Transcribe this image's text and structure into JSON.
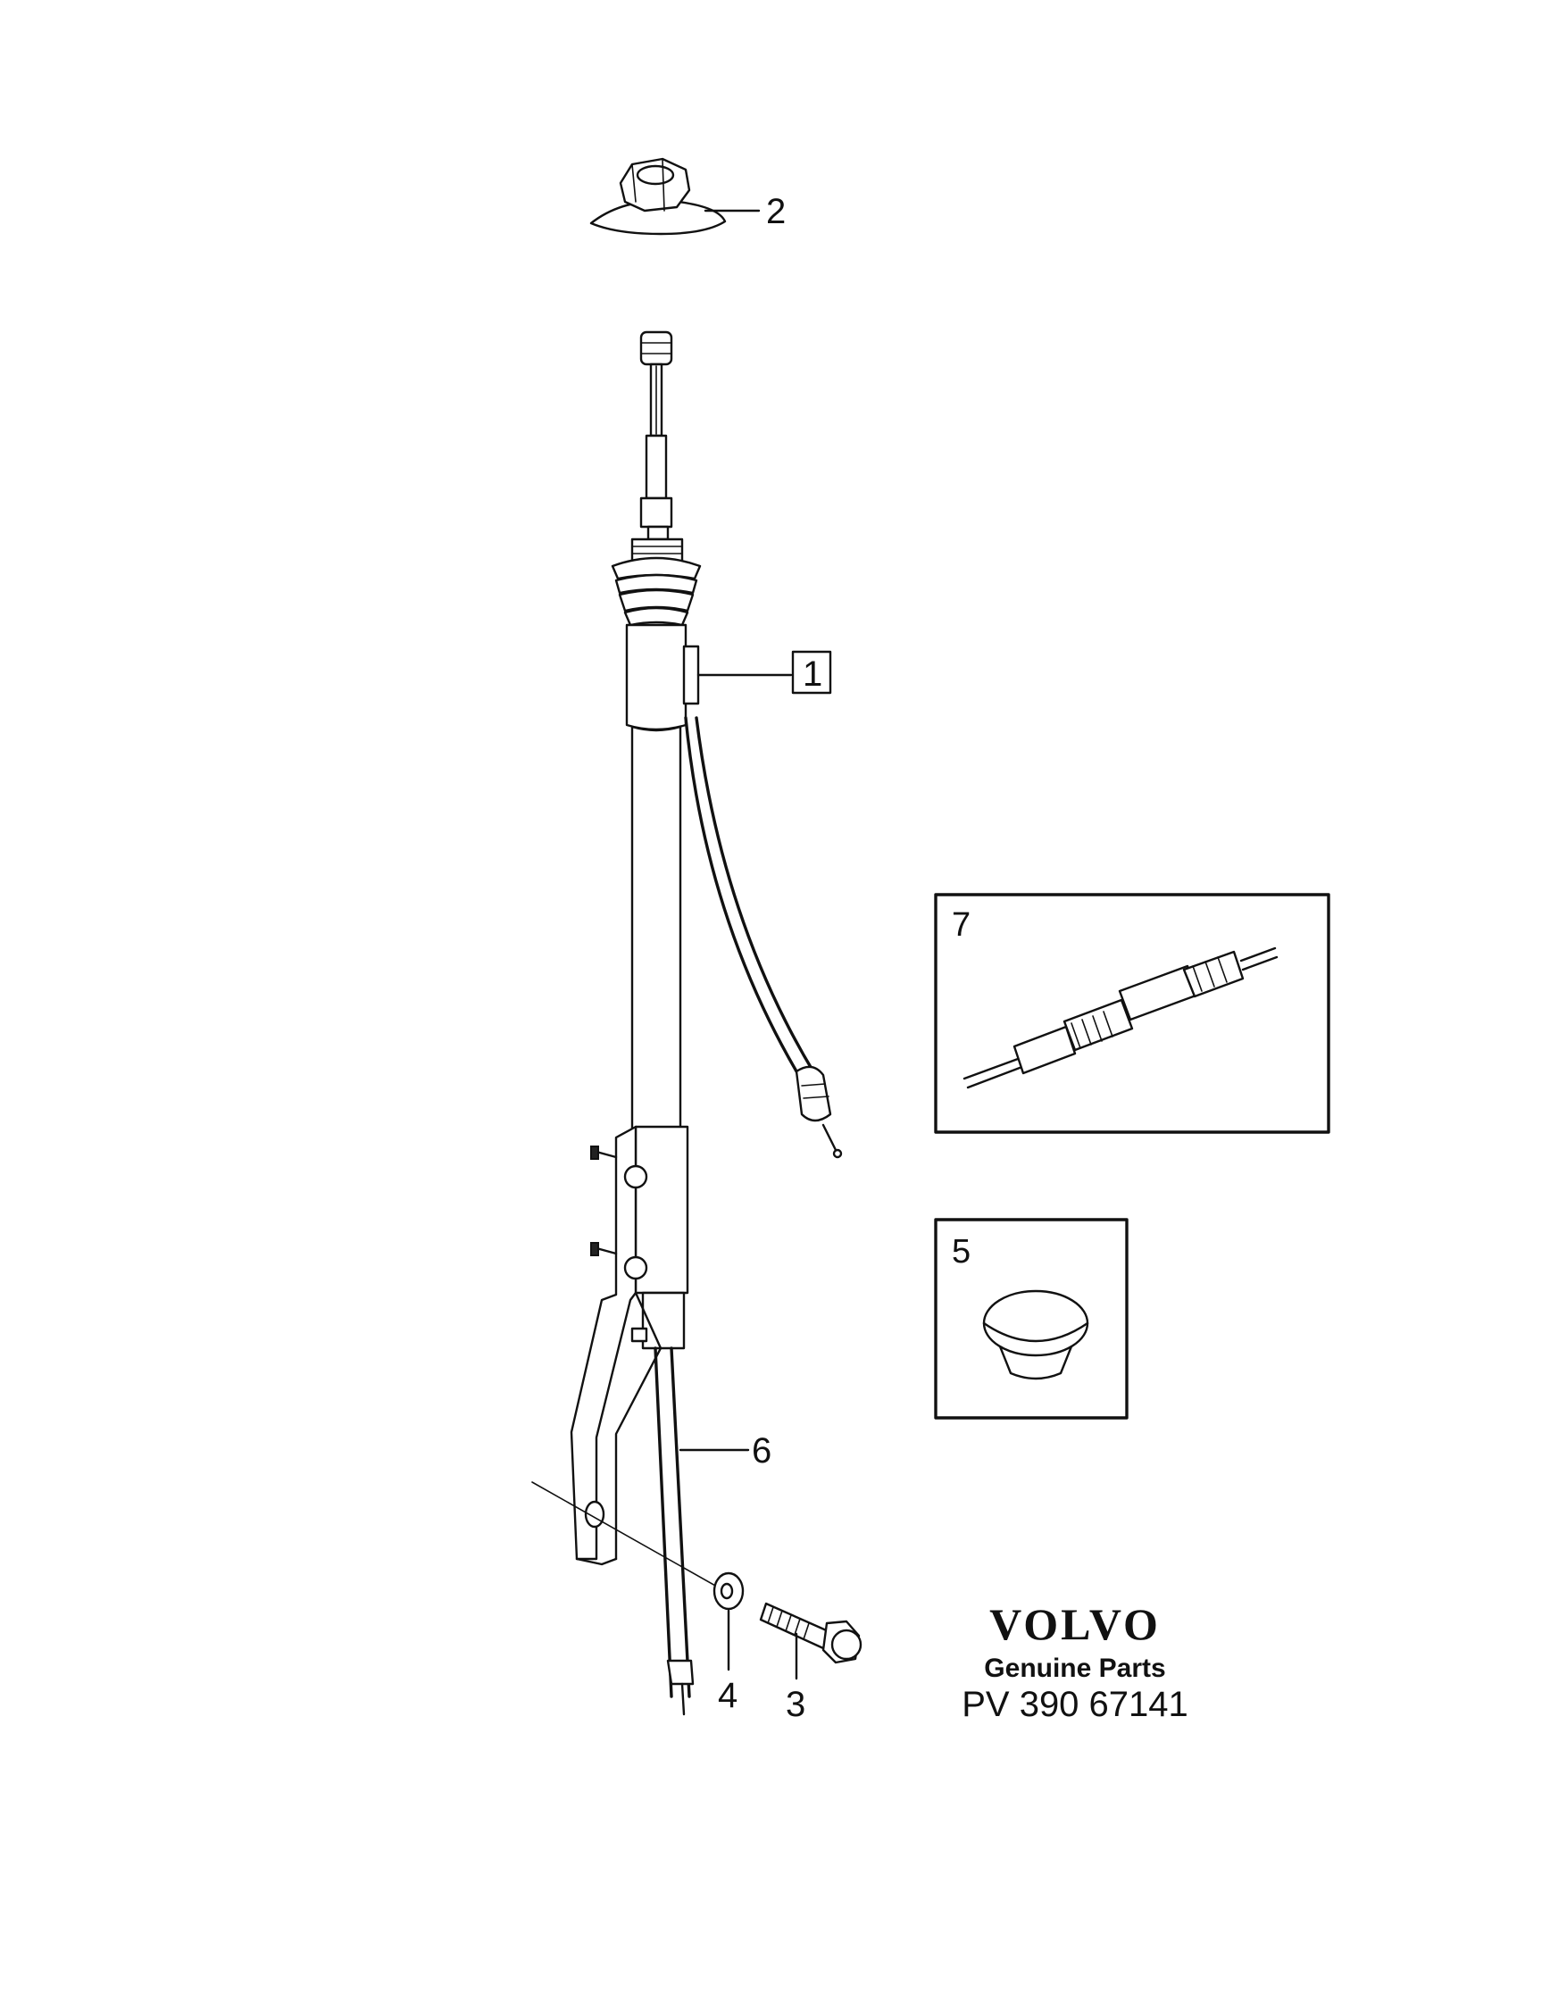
{
  "diagram": {
    "callouts": {
      "item_1": "1",
      "item_2": "2",
      "item_3": "3",
      "item_4": "4",
      "item_5": "5",
      "item_6": "6",
      "item_7": "7"
    }
  },
  "brand": {
    "name": "VOLVO",
    "tagline": "Genuine Parts",
    "part_number": "PV 390 67141"
  }
}
